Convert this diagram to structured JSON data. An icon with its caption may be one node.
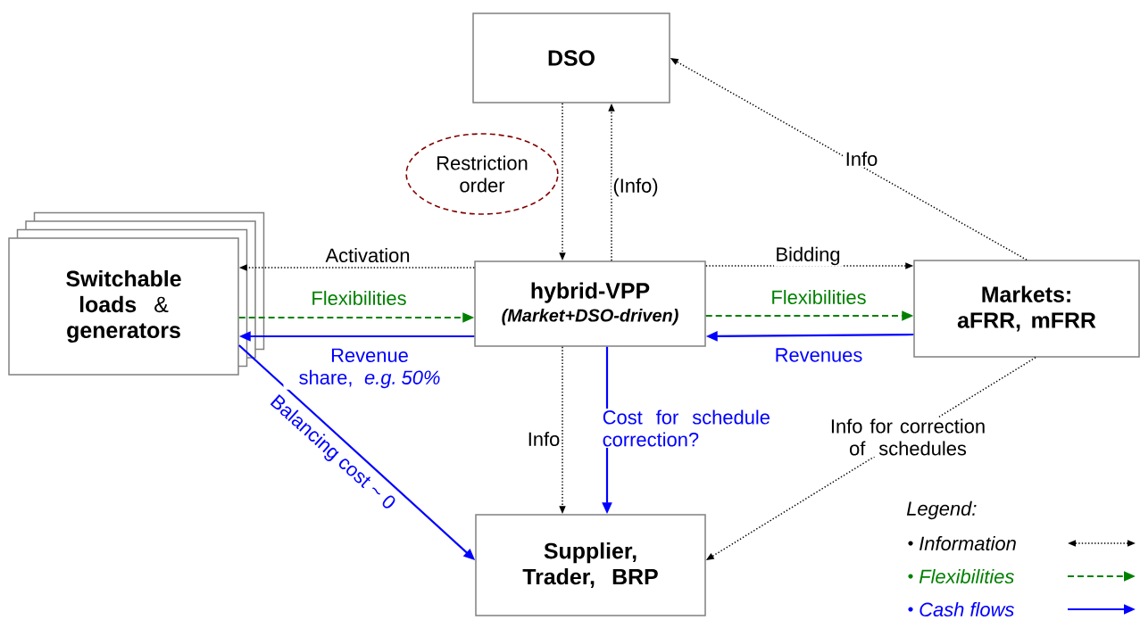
{
  "diagram": {
    "nodes": [
      {
        "text": [
          "DSO"
        ]
      },
      {
        "text": [
          "Restriction order"
        ]
      },
      {
        "text": [
          "**Switchable loads** & **generators**"
        ]
      },
      {
        "text": [
          "hybrid-VPP",
          "(Market+DSO-driven)"
        ]
      },
      {
        "text": [
          "Markets: aFRR, mFRR"
        ]
      },
      {
        "text": [
          "Supplier, Trader, BRP"
        ]
      }
    ],
    "edges": [
      {
        "from": 3,
        "to": 2,
        "arrow": "to",
        "label": "Activation",
        "style": "dashed"
      },
      {
        "from": 2,
        "to": 3,
        "arrow": "to",
        "label": "Flexibilities",
        "style": "dashed",
        "color": "#008000"
      },
      {
        "from": 3,
        "to": 2,
        "arrow": "to",
        "label": "Revenue share, *e.g. 50%*",
        "color": "#0000ff"
      },
      {
        "from": 2,
        "to": 5,
        "arrow": "to",
        "label": "Balancing cost ~ 0",
        "color": "#0000ff"
      },
      {
        "from": 0,
        "to": 3,
        "arrow": "to",
        "style": "dashed"
      },
      {
        "from": 3,
        "to": 0,
        "arrow": "to",
        "label": "(Info)",
        "style": "dashed"
      },
      {
        "from": 3,
        "to": 4,
        "arrow": "to",
        "label": "Bidding",
        "style": "dashed"
      },
      {
        "from": 3,
        "to": 4,
        "arrow": "to",
        "label": "Flexibilities",
        "style": "dashed",
        "color": "#008000"
      },
      {
        "from": 4,
        "to": 3,
        "arrow": "to",
        "label": "Revenues",
        "color": "#0000ff"
      },
      {
        "from": 4,
        "to": 0,
        "arrow": "to",
        "label": "Info",
        "style": "dashed"
      },
      {
        "from": 3,
        "to": 5,
        "arrow": "to",
        "label": "Info",
        "style": "dashed"
      },
      {
        "from": 3,
        "to": 5,
        "arrow": "to",
        "label": "Cost for schedule correction?",
        "color": "#0000ff"
      },
      {
        "from": 4,
        "to": 5,
        "arrow": "to",
        "label": "Info for correction of schedules",
        "style": "dashed"
      }
    ],
    "labels": [
      "Legend:"
    ],
    "legend": [
      {
        "text": "Information"
      },
      {
        "text": "Flexibilities"
      },
      {
        "text": "Cash flows"
      }
    ]
  }
}
